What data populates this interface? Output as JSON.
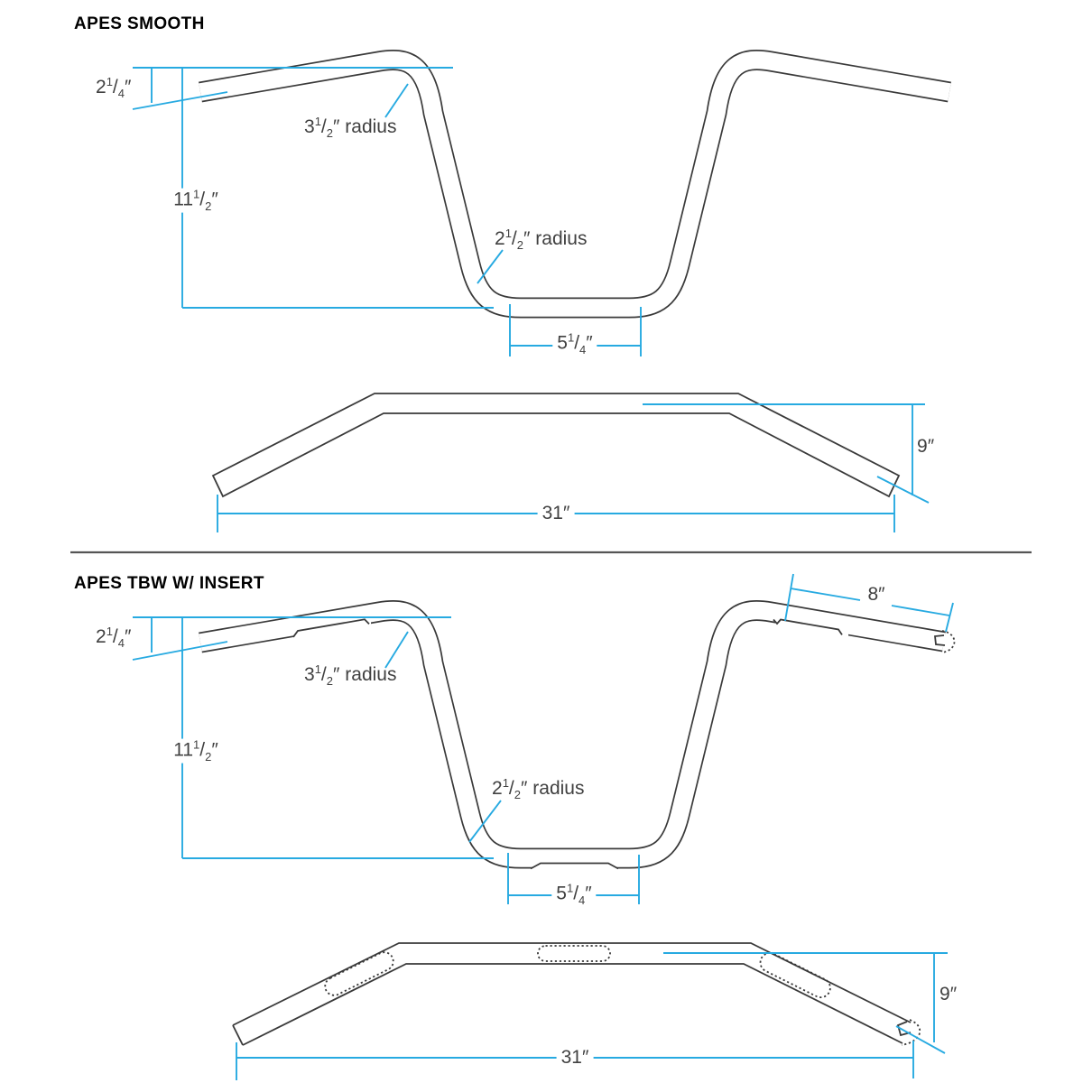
{
  "colors": {
    "dimension_blue": "#27AAE1",
    "tube_outline": "#3a3a3a",
    "label_text": "#414141",
    "divider_gray": "#555555"
  },
  "sections": {
    "smooth": {
      "title": "APES SMOOTH",
      "dims": {
        "rise": {
          "whole": "2",
          "numerator": "1",
          "slash": "/",
          "denominator": "4",
          "unit": "″"
        },
        "top_radius": {
          "whole": "3",
          "numerator": "1",
          "slash": "/",
          "denominator": "2",
          "unit": "″",
          "suffix": " radius"
        },
        "height": {
          "whole": "11",
          "numerator": "1",
          "slash": "/",
          "denominator": "2",
          "unit": "″"
        },
        "bottom_radius": {
          "whole": "2",
          "numerator": "1",
          "slash": "/",
          "denominator": "2",
          "unit": "″",
          "suffix": " radius"
        },
        "center_width": {
          "whole": "5",
          "numerator": "1",
          "slash": "/",
          "denominator": "4",
          "unit": "″"
        },
        "overall_width": {
          "whole": "31",
          "unit": "″"
        },
        "depth": {
          "whole": "9",
          "unit": "″"
        }
      }
    },
    "tbw": {
      "title": "APES TBW W/ INSERT",
      "dims": {
        "rise": {
          "whole": "2",
          "numerator": "1",
          "slash": "/",
          "denominator": "4",
          "unit": "″"
        },
        "top_radius": {
          "whole": "3",
          "numerator": "1",
          "slash": "/",
          "denominator": "2",
          "unit": "″",
          "suffix": " radius"
        },
        "height": {
          "whole": "11",
          "numerator": "1",
          "slash": "/",
          "denominator": "2",
          "unit": "″"
        },
        "bottom_radius": {
          "whole": "2",
          "numerator": "1",
          "slash": "/",
          "denominator": "2",
          "unit": "″",
          "suffix": " radius"
        },
        "center_width": {
          "whole": "5",
          "numerator": "1",
          "slash": "/",
          "denominator": "4",
          "unit": "″"
        },
        "insert_length": {
          "whole": "8",
          "unit": "″"
        },
        "overall_width": {
          "whole": "31",
          "unit": "″"
        },
        "depth": {
          "whole": "9",
          "unit": "″"
        }
      }
    }
  }
}
